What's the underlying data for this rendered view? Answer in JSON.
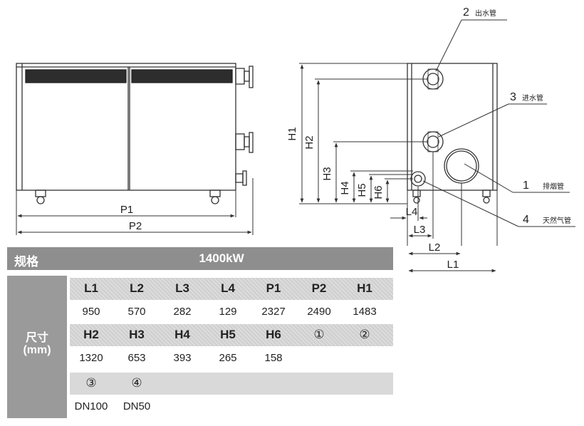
{
  "drawing": {
    "front_labels": {
      "p1": "P1",
      "p2": "P2"
    },
    "side_labels": {
      "h1": "H1",
      "h2": "H2",
      "h3": "H3",
      "h4": "H4",
      "h5": "H5",
      "h6": "H6",
      "l1": "L1",
      "l2": "L2",
      "l3": "L3",
      "l4": "L4"
    },
    "callouts": [
      {
        "num": "2",
        "text": "出水管"
      },
      {
        "num": "3",
        "text": "进水管"
      },
      {
        "num": "1",
        "text": "排烟管"
      },
      {
        "num": "4",
        "text": "天然气管"
      }
    ]
  },
  "spec": {
    "label": "规格",
    "model": "1400kW",
    "size_label": "尺寸",
    "size_unit": "(mm)",
    "rows": [
      {
        "headers": [
          "L1",
          "L2",
          "L3",
          "L4",
          "P1",
          "P2",
          "H1"
        ],
        "values": [
          "950",
          "570",
          "282",
          "129",
          "2327",
          "2490",
          "1483"
        ]
      },
      {
        "headers": [
          "H2",
          "H3",
          "H4",
          "H5",
          "H6",
          "①",
          "②"
        ],
        "values": [
          "1320",
          "653",
          "393",
          "265",
          "158",
          "",
          ""
        ]
      },
      {
        "headers": [
          "③",
          "④"
        ],
        "values": [
          "DN100",
          "DN50"
        ]
      }
    ]
  }
}
